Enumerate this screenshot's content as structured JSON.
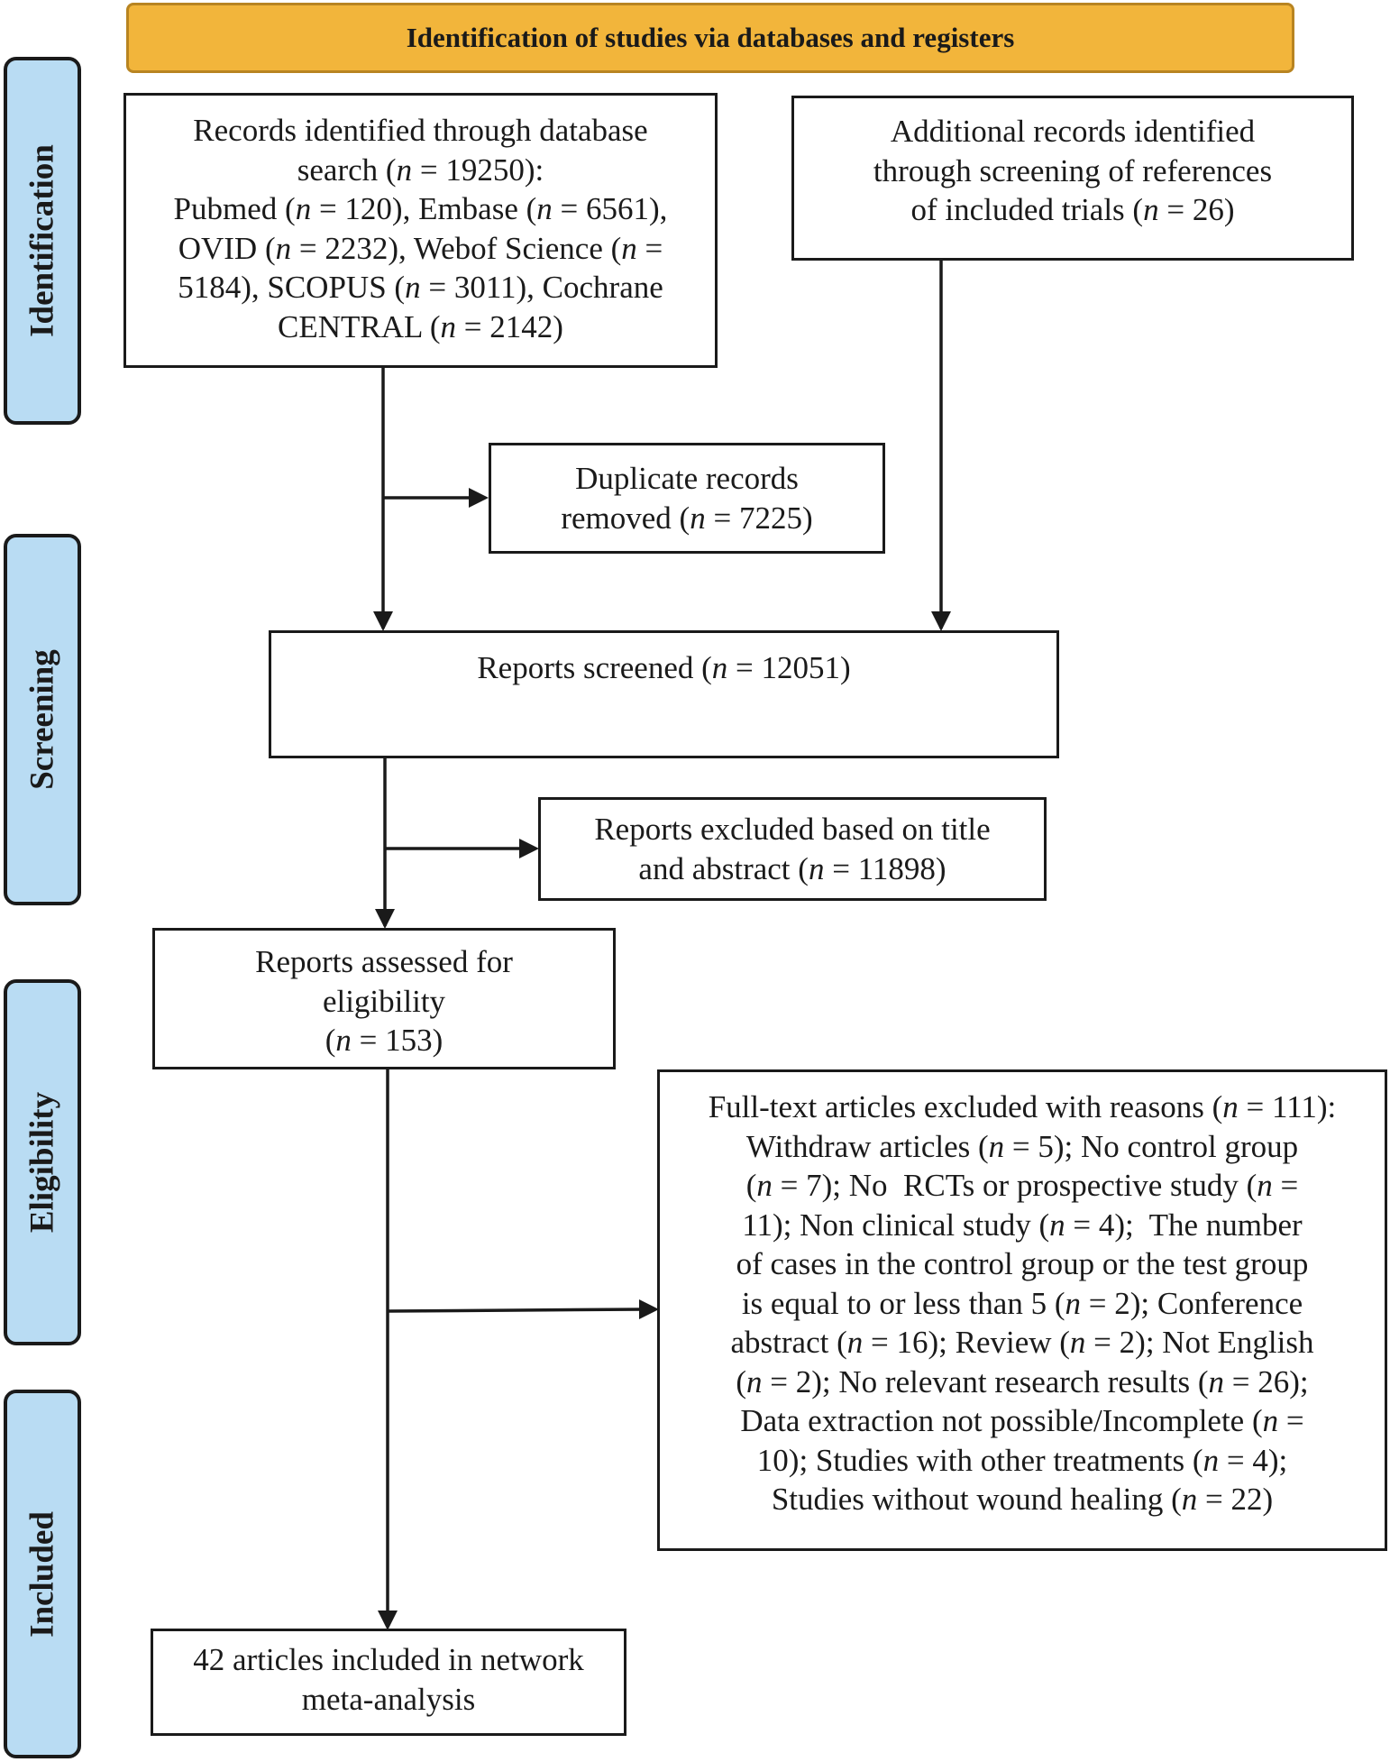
{
  "header": {
    "title": "Identification of studies via databases and registers"
  },
  "stages": {
    "identification": "Identification",
    "screening": "Screening",
    "eligibility": "Eligibility",
    "included": "Included"
  },
  "boxes": {
    "database_search": {
      "lines": [
        "Records identified through database",
        "search (n = 19250):",
        "Pubmed (n = 120), Embase (n = 6561),",
        "OVID (n = 2232), Webof Science (n =",
        "5184), SCOPUS (n = 3011), Cochrane",
        "CENTRAL (n = 2142)"
      ]
    },
    "additional_records": {
      "lines": [
        "Additional records identified",
        "through screening of references",
        "of included trials (n = 26)"
      ]
    },
    "duplicates": {
      "lines": [
        "Duplicate records",
        "removed (n = 7225)"
      ]
    },
    "screened": {
      "lines": [
        "Reports screened (n = 12051)"
      ]
    },
    "excluded_title": {
      "lines": [
        "Reports excluded based on title",
        "and abstract (n = 11898)"
      ]
    },
    "eligibility": {
      "lines": [
        "Reports assessed for",
        "eligibility",
        "(n = 153)"
      ]
    },
    "fulltext_excluded": {
      "lines": [
        "Full-text articles excluded with reasons (n = 111):",
        "Withdraw articles (n = 5); No control group",
        "(n = 7); No  RCTs or prospective study (n =",
        "11); Non clinical study (n = 4);  The number",
        "of cases in the control group or the test group",
        "is equal to or less than 5 (n = 2); Conference",
        "abstract (n = 16); Review (n = 2); Not English",
        "(n = 2); No relevant research results (n = 26);",
        "Data extraction not possible/Incomplete (n =",
        "10); Studies with other treatments (n = 4);",
        "Studies without wound healing (n = 22)"
      ]
    },
    "included": {
      "lines": [
        "42 articles included in network",
        "meta-analysis"
      ]
    }
  }
}
